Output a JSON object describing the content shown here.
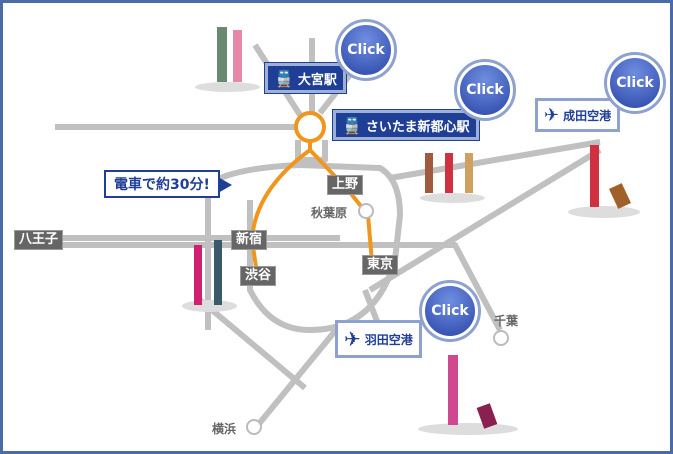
{
  "callout": "電車で約30分!",
  "click_label": "Click",
  "featured": [
    {
      "name": "大宮駅",
      "icon": "train-icon"
    },
    {
      "name": "さいたま新都心駅",
      "icon": "train-icon"
    }
  ],
  "airports": [
    {
      "name": "成田空港",
      "icon": "airplane-icon"
    },
    {
      "name": "羽田空港",
      "icon": "airplane-icon"
    }
  ],
  "stations": {
    "ueno": "上野",
    "akihabara": "秋葉原",
    "hachioji": "八王子",
    "shinjuku": "新宿",
    "shibuya": "渋谷",
    "tokyo": "東京",
    "chiba": "千葉",
    "yokohama": "横浜"
  },
  "colors": {
    "accent": "#1f3f96",
    "route": "#f0961e",
    "line": "#c0c0c0",
    "frame": "#4a6aa8"
  }
}
